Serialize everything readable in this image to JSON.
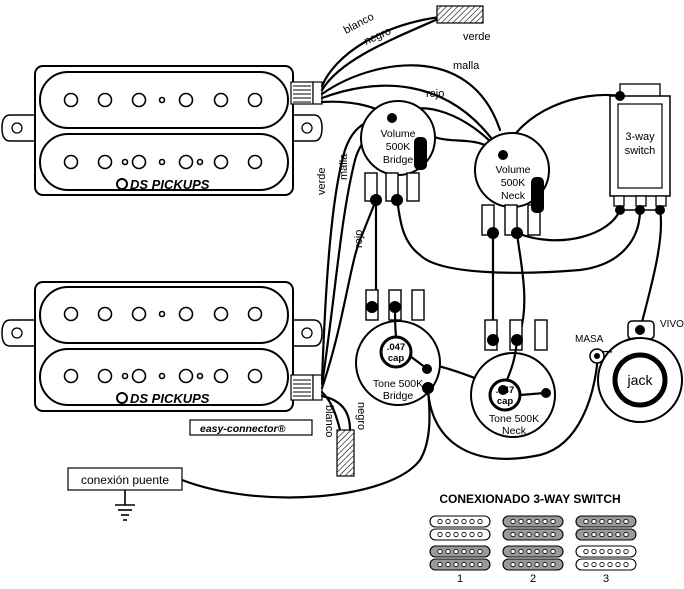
{
  "pickups": {
    "brand": "DS PICKUPS",
    "connector": "easy-connector®"
  },
  "wires": {
    "blanco": "blanco",
    "negro": "negro",
    "verde": "verde",
    "malla": "malla",
    "rojo": "rojo"
  },
  "pots": {
    "volume_bridge": [
      "Volume",
      "500K",
      "Bridge"
    ],
    "volume_neck": [
      "Volume",
      "500K",
      "Neck"
    ],
    "tone_bridge": [
      "Tone 500K",
      "Bridge"
    ],
    "tone_neck": [
      "Tone 500K",
      "Neck"
    ]
  },
  "cap": [
    ".047",
    "cap"
  ],
  "switch": [
    "3-way",
    "switch"
  ],
  "jack": {
    "label": "jack",
    "vivo": "VIVO",
    "masa": "MASA"
  },
  "ground": {
    "label": "conexión puente"
  },
  "legend": {
    "title": "CONEXIONADO 3-WAY SWITCH",
    "positions": [
      "1",
      "2",
      "3"
    ]
  }
}
